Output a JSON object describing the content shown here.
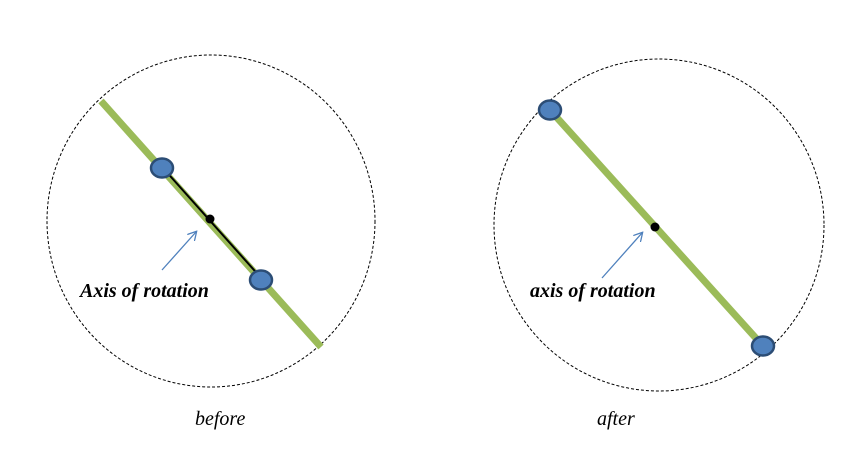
{
  "colors": {
    "rod": "#9bbb59",
    "bead_fill": "#4f81bd",
    "bead_stroke": "#2c4d75",
    "arrow": "#4f81bd",
    "boundary": "#000000"
  },
  "before_panel": {
    "annotation": "Axis of rotation",
    "caption": "before"
  },
  "after_panel": {
    "annotation": "axis of rotation",
    "caption": "after"
  }
}
